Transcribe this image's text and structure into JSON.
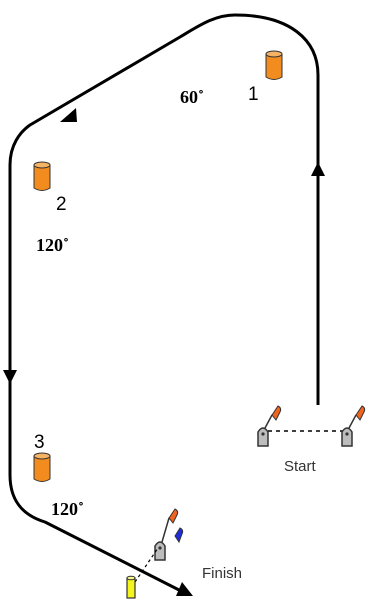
{
  "marks": [
    {
      "id": "mark-1",
      "label": "1",
      "color": "#F28C1E"
    },
    {
      "id": "mark-2",
      "label": "2",
      "color": "#F28C1E"
    },
    {
      "id": "mark-3",
      "label": "3",
      "color": "#F28C1E"
    }
  ],
  "angles": {
    "mark1": "60˚",
    "mark2": "120˚",
    "mark3": "120˚"
  },
  "start": {
    "label": "Start"
  },
  "finish": {
    "label": "Finish"
  },
  "colors": {
    "course_line": "#000000",
    "mark_orange": "#F28C1E",
    "flag_orange": "#F0641E",
    "flag_blue": "#1E2DDC",
    "boat_gray": "#BDBDBD",
    "finish_buoy": "#F5F51E"
  }
}
